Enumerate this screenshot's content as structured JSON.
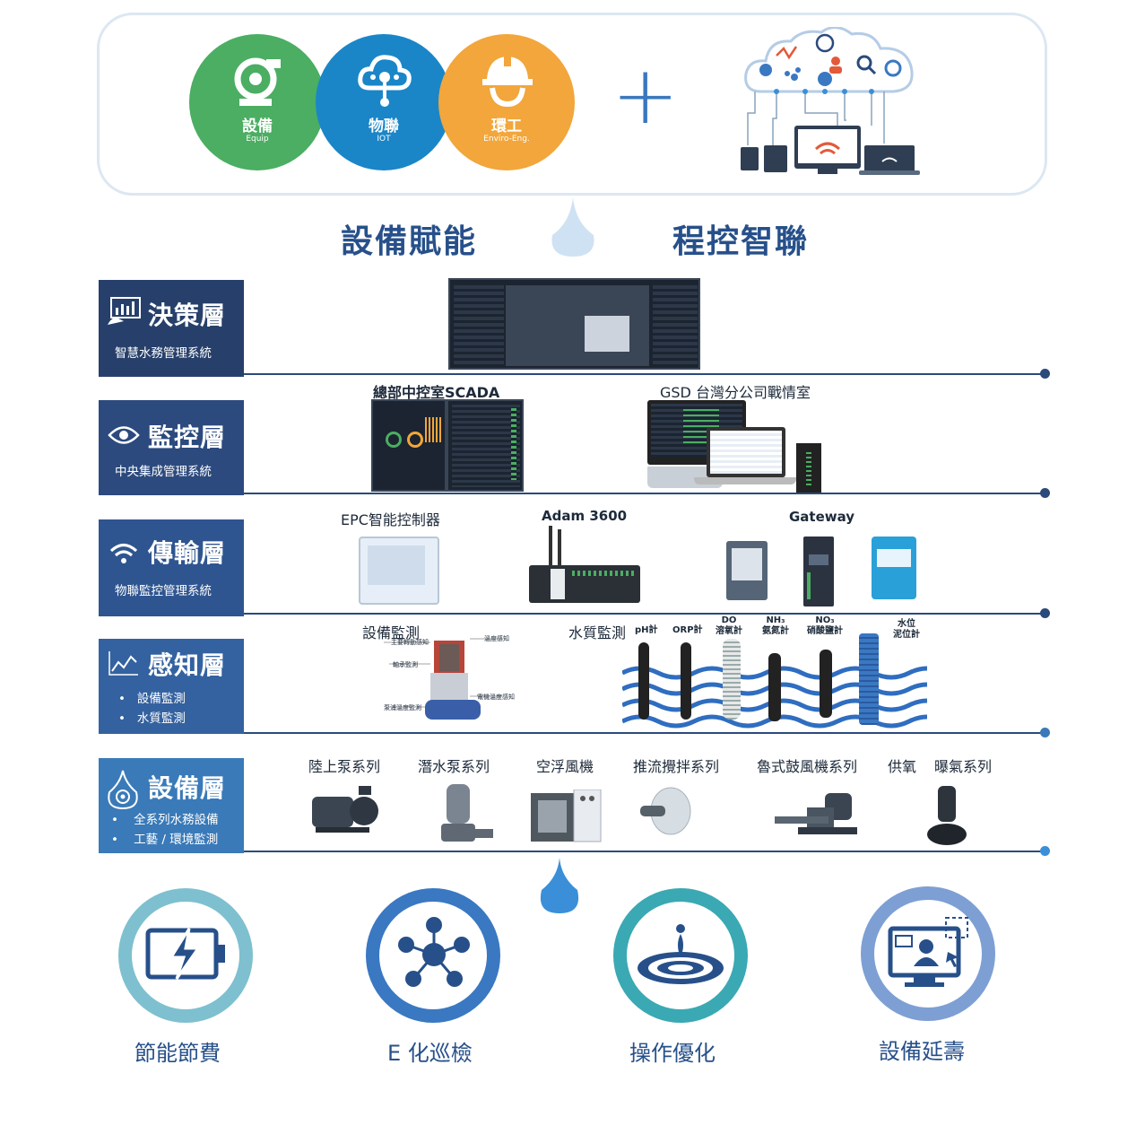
{
  "top": {
    "circles": [
      {
        "zh": "設備",
        "en": "Equip",
        "color": "#4bae62",
        "icon": "pump-icon"
      },
      {
        "zh": "物聯",
        "en": "IOT",
        "color": "#1a86c8",
        "icon": "cloud-network-icon"
      },
      {
        "zh": "環工",
        "en": "Enviro-Eng.",
        "color": "#f2a63b",
        "icon": "hardhat-icon"
      }
    ],
    "plus": "+",
    "cloud_icon": "cloud-devices-icon"
  },
  "slogans": {
    "left": "設備賦能",
    "right": "程控智聯"
  },
  "layers": [
    {
      "title": "決策層",
      "sub": "智慧水務管理系統",
      "color": "#27406b",
      "icon": "dashboard-icon"
    },
    {
      "title": "監控層",
      "sub": "中央集成管理系統",
      "color": "#2c4a7e",
      "icon": "eye-icon"
    },
    {
      "title": "傳輸層",
      "sub": "物聯監控管理系統",
      "color": "#2f5590",
      "icon": "wifi-icon"
    },
    {
      "title": "感知層",
      "bullets": [
        "設備監測",
        "水質監測"
      ],
      "color": "#3462a0",
      "icon": "linechart-icon"
    },
    {
      "title": "設備層",
      "bullets": [
        "全系列水務設備",
        "工藝 / 環境監測"
      ],
      "color": "#3a7ab8",
      "icon": "gear-drop-icon"
    }
  ],
  "monitor": {
    "left": "總部中控室SCADA",
    "right": "GSD 台灣分公司戰情室"
  },
  "transport": {
    "epc": "EPC智能控制器",
    "adam": "Adam 3600",
    "gateway": "Gateway"
  },
  "sensing": {
    "equip": "設備監測",
    "water": "水質監測",
    "sensors": [
      "pH計",
      "ORP計",
      "DO\n溶氧計",
      "NH₃\n氨氮計",
      "NO₃\n硝酸鹽計",
      "水位\n泥位計"
    ],
    "pump_labels": [
      "主要轉動感知",
      "軸承監測",
      "溫度感知",
      "電機溫度感知",
      "泵浦溫度監測"
    ]
  },
  "equipment": [
    "陸上泵系列",
    "潛水泵系列",
    "空浮風機",
    "推流攪拌系列",
    "魯式鼓風機系列",
    "供氧",
    "曝氣系列"
  ],
  "benefits": [
    {
      "label": "節能節費",
      "color": "#7ec0cf",
      "icon": "battery-bolt-icon"
    },
    {
      "label": "E 化巡檢",
      "color": "#3a78c2",
      "icon": "network-hub-icon"
    },
    {
      "label": "操作優化",
      "color": "#3aa9b3",
      "icon": "water-ripple-icon"
    },
    {
      "label": "設備延壽",
      "color": "#7d9fd4",
      "icon": "monitor-user-icon"
    }
  ]
}
